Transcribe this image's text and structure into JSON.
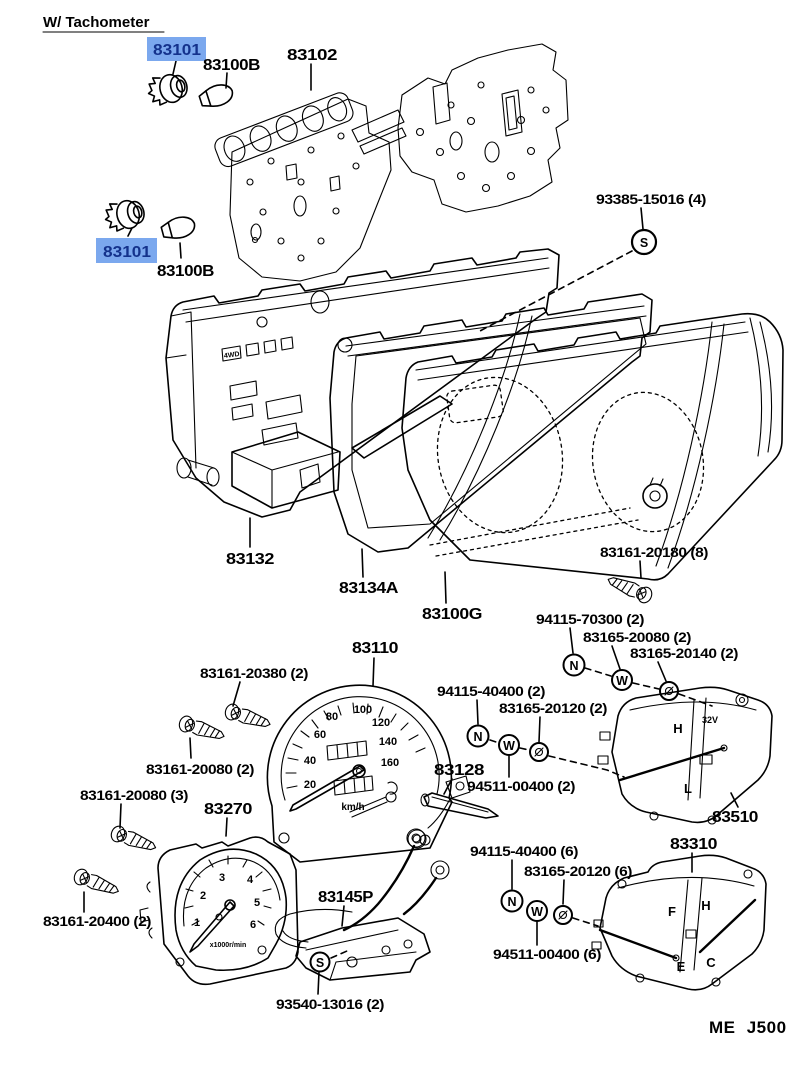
{
  "header": {
    "note": "W/ Tachometer"
  },
  "footer": {
    "code": "ME J500"
  },
  "colors": {
    "highlight_bg": "#7ba8ee",
    "highlight_text": "#14328c",
    "ink": "#000000",
    "paper": "#ffffff"
  },
  "parts": {
    "bulb_socket_top": "83101",
    "bulb_top": "83100B",
    "circuit_plate": "83102",
    "bulb_socket_left": "83101",
    "bulb_left": "83100B",
    "screw_93385": "93385-15016 (4)",
    "case_rear": "83132",
    "case_middle": "83134A",
    "meter_assy": "83100G",
    "screw_83161_20180": "83161-20180 (8)",
    "nut_94115_70300": "94115-70300 (2)",
    "washer_83165_20080": "83165-20080 (2)",
    "washer_83165_20140": "83165-20140 (2)",
    "speedometer": "83110",
    "screw_83161_20380": "83161-20380 (2)",
    "nut_94115_40400_2": "94115-40400 (2)",
    "washer_83165_20120_2": "83165-20120 (2)",
    "screw_83161_20080_2": "83161-20080 (2)",
    "shaft": "83128",
    "washer_94511_00400_2": "94511-00400 (2)",
    "screw_83161_20080_3": "83161-20080 (3)",
    "tachometer": "83270",
    "gauge_right": "83510",
    "nut_94115_40400_6": "94115-40400 (6)",
    "washer_83165_20120_6": "83165-20120 (6)",
    "fuel_temp_gauge": "83310",
    "screw_83161_20400": "83161-20400 (2)",
    "sensor": "83145P",
    "washer_94511_00400_6": "94511-00400 (6)",
    "screw_93540": "93540-13016 (2)"
  },
  "symbols": {
    "screw": "S",
    "nut": "N",
    "washer": "W"
  },
  "speedometer_dial": {
    "ticks": [
      "20",
      "40",
      "60",
      "80",
      "100",
      "120",
      "140",
      "160"
    ],
    "unit": "km/h"
  },
  "tachometer_dial": {
    "ticks": [
      "1",
      "2",
      "3",
      "4",
      "5",
      "6"
    ],
    "unit": "x1000r/min"
  },
  "gauge_83510_face": {
    "high": "H",
    "low": "L",
    "text": "32V"
  },
  "gauge_83310_face": {
    "fuel_full": "F",
    "fuel_empty": "E",
    "temp_high": "H",
    "temp_low": "C"
  },
  "cluster_face": {
    "indicator": "4WD"
  }
}
